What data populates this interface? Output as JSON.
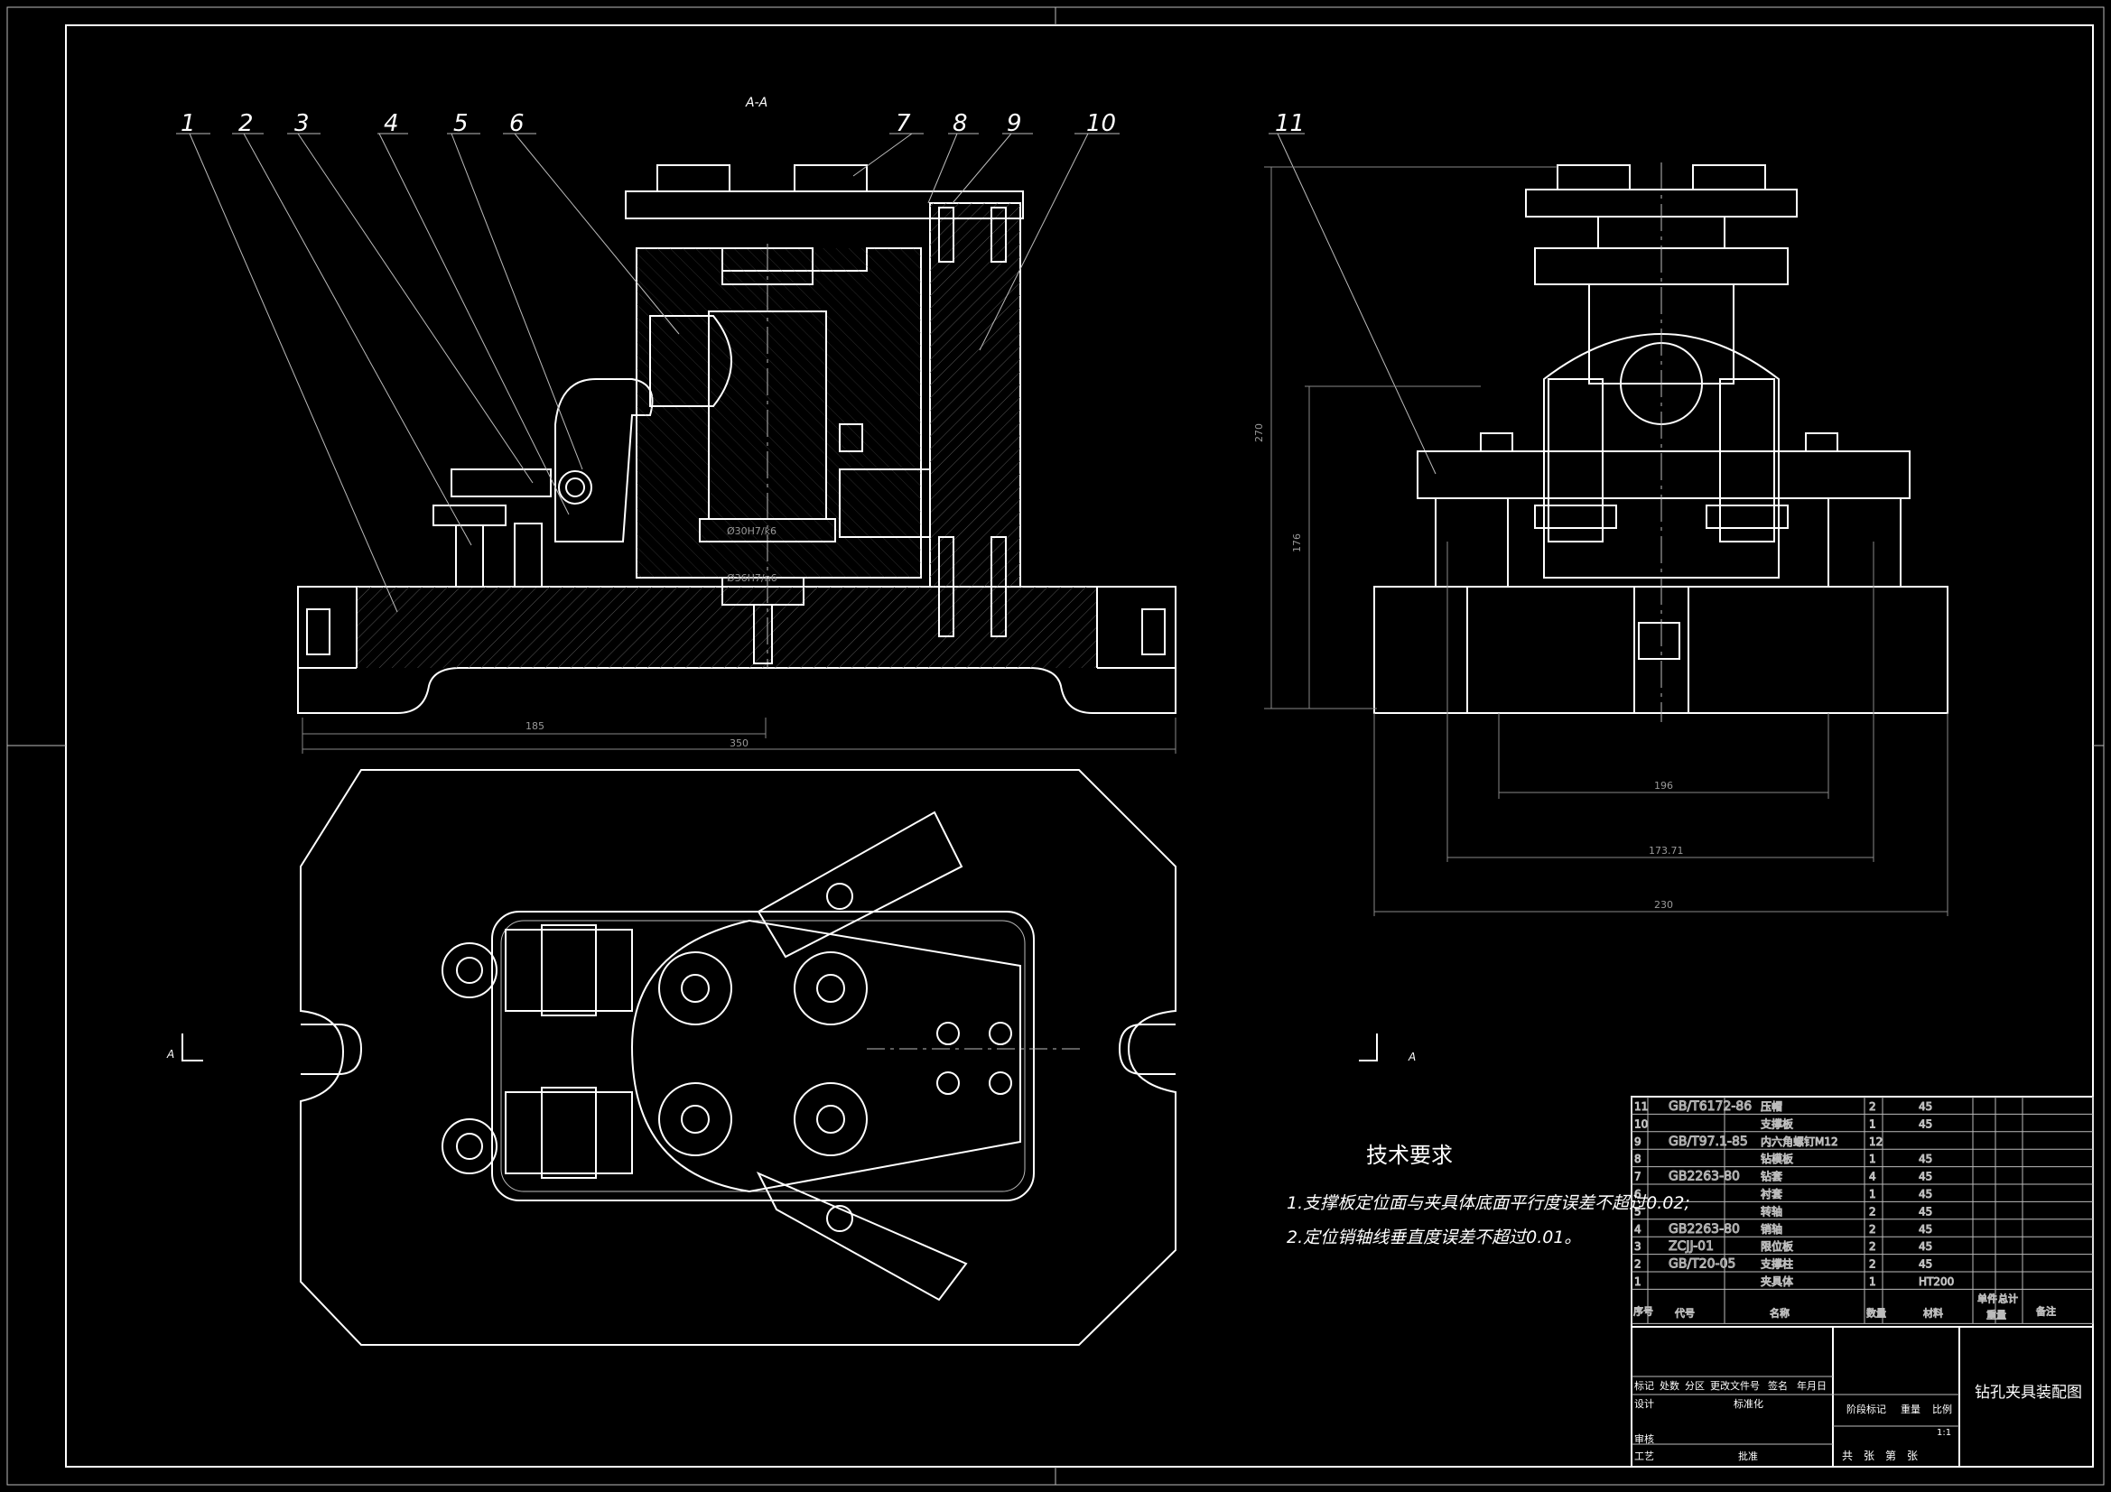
{
  "section_label": "A-A",
  "view_arrow_label": "A",
  "balloons": [
    "1",
    "2",
    "3",
    "4",
    "5",
    "6",
    "7",
    "8",
    "9",
    "10",
    "11"
  ],
  "dimensions": {
    "d185": "185",
    "d350": "350",
    "d270": "270",
    "d176": "176",
    "d196": "196",
    "d173": "173.71",
    "d230": "230",
    "fit1": "Ø30H7/k6",
    "fit2": "Ø36H7/n6"
  },
  "technical_requirements": {
    "title": "技术要求",
    "items": [
      "1.支撑板定位面与夹具体底面平行度误差不超过0.02;",
      "2.定位销轴线垂直度误差不超过0.01。"
    ]
  },
  "parts_list": {
    "rows": [
      {
        "no": "11",
        "code": "GB/T6172-86",
        "name": "压帽",
        "qty": "2",
        "material": "45"
      },
      {
        "no": "10",
        "code": "",
        "name": "支撑板",
        "qty": "1",
        "material": "45"
      },
      {
        "no": "9",
        "code": "GB/T97.1-85",
        "name": "内六角螺钉M12",
        "qty": "12",
        "material": ""
      },
      {
        "no": "8",
        "code": "",
        "name": "钻模板",
        "qty": "1",
        "material": "45"
      },
      {
        "no": "7",
        "code": "GB2263-80",
        "name": "钻套",
        "qty": "4",
        "material": "45"
      },
      {
        "no": "6",
        "code": "",
        "name": "衬套",
        "qty": "1",
        "material": "45"
      },
      {
        "no": "5",
        "code": "",
        "name": "转轴",
        "qty": "2",
        "material": "45"
      },
      {
        "no": "4",
        "code": "GB2263-80",
        "name": "销轴",
        "qty": "2",
        "material": "45"
      },
      {
        "no": "3",
        "code": "ZCJJ-01",
        "name": "限位板",
        "qty": "2",
        "material": "45"
      },
      {
        "no": "2",
        "code": "GB/T20-05",
        "name": "支撑柱",
        "qty": "2",
        "material": "45"
      },
      {
        "no": "1",
        "code": "",
        "name": "夹具体",
        "qty": "1",
        "material": "HT200"
      }
    ],
    "header": {
      "no": "序号",
      "code": "代号",
      "name": "名称",
      "qty": "数量",
      "material": "材料",
      "unit": "单件",
      "total": "总计",
      "weight": "重量",
      "remark": "备注"
    }
  },
  "title_block": {
    "drawing_title": "钻孔夹具装配图",
    "labels": {
      "mark": "标记",
      "count": "处数",
      "zone": "分区",
      "change_doc": "更改文件号",
      "sign": "签名",
      "date": "年月日",
      "design": "设计",
      "standard": "标准化",
      "check": "审核",
      "process": "工艺",
      "approve": "批准",
      "stage": "阶段标记",
      "weight": "重量",
      "scale": "比例",
      "scale_value": "1:1",
      "sheets": "共　张　第　张"
    }
  },
  "colors": {
    "background": "#000000",
    "line": "#ffffff",
    "dimension": "#888888",
    "hatch": "#555555"
  }
}
